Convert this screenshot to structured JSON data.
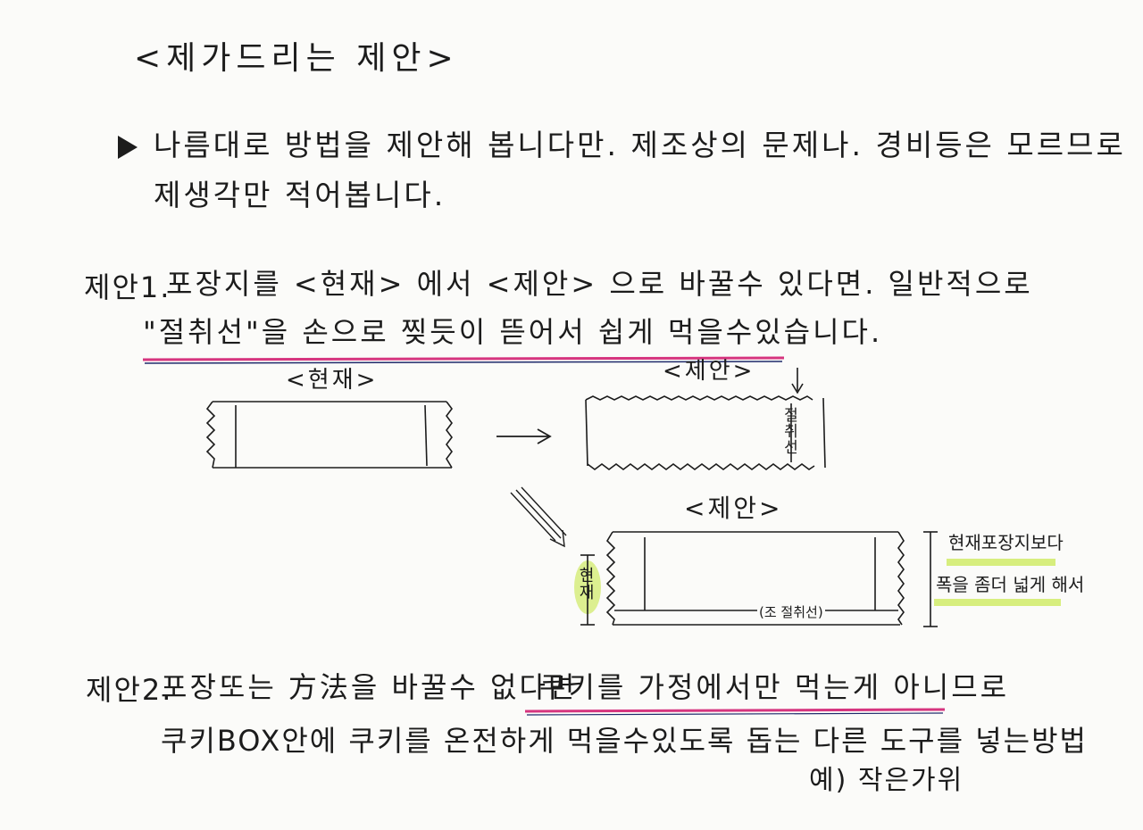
{
  "title": "<제가드리는 제안>",
  "intro": {
    "line1": "나름대로 방법을 제안해 봅니다만. 제조상의 문제나. 경비등은 모르므로",
    "line2": "제생각만 적어봅니다."
  },
  "proposal1": {
    "label": "제안1.",
    "line1": "포장지를 <현재> 에서 <제안> 으로 바꿀수 있다면. 일반적으로",
    "line2": "\"절취선\"을 손으로 찢듯이 뜯어서 쉽게 먹을수있습니다.",
    "diagram": {
      "current_label": "<현재>",
      "proposal_label": "<제안>",
      "tear_line_vertical": "절취선",
      "proposal2_label": "<제안>",
      "current_marker": "현재",
      "cut_line_label": "(조 절취선)",
      "side_note_line1": "현재포장지보다",
      "side_note_line2": "폭을 좀더 넓게 해서"
    }
  },
  "proposal2": {
    "label": "제안2.",
    "line1_a": "포장또는 方法을 바꿀수 없다면",
    "line1_b": "쿠키를 가정에서만 먹는게 아니므로",
    "line2": "쿠키BOX안에 쿠키를 온전하게 먹을수있도록 돕는 다른 도구를 넣는방법",
    "line3": "예) 작은가위"
  },
  "colors": {
    "ink": "#1c1c1c",
    "underline_pink": "#d6357f",
    "underline_navy": "#1f2a6b",
    "highlight_green": "#c8e84a"
  }
}
